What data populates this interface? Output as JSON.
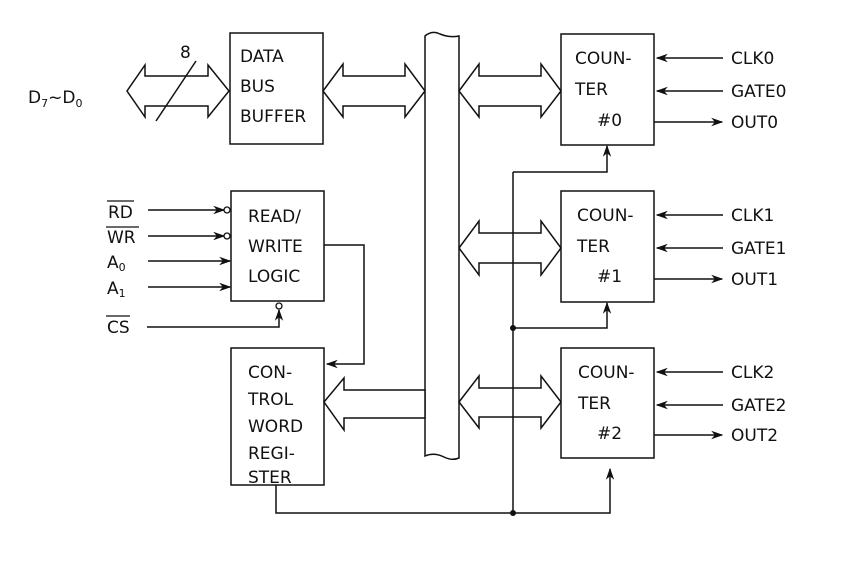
{
  "diagram": {
    "title": "8253/8254 Programmable Interval Timer block diagram",
    "data_bus": {
      "label_main": "D",
      "label_sub_hi": "7",
      "label_tilde": "~",
      "label_main2": "D",
      "label_sub_lo": "0",
      "width_label": "8"
    },
    "blocks": {
      "data_bus_buffer": [
        "DATA",
        "BUS",
        "BUFFER"
      ],
      "read_write_logic": [
        "READ/",
        "WRITE",
        "LOGIC"
      ],
      "control_word_register": [
        "CON-",
        "TROL",
        "WORD",
        "REGI-",
        "STER"
      ],
      "counter0": [
        "COUN-",
        "TER",
        "#0"
      ],
      "counter1": [
        "COUN-",
        "TER",
        "#1"
      ],
      "counter2": [
        "COUN-",
        "TER",
        "#2"
      ]
    },
    "control_inputs": {
      "rd": "RD",
      "wr": "WR",
      "a0_main": "A",
      "a0_sub": "0",
      "a1_main": "A",
      "a1_sub": "1",
      "cs": "CS"
    },
    "counter_signals": [
      {
        "clk": "CLK0",
        "gate": "GATE0",
        "out": "OUT0"
      },
      {
        "clk": "CLK1",
        "gate": "GATE1",
        "out": "OUT1"
      },
      {
        "clk": "CLK2",
        "gate": "GATE2",
        "out": "OUT2"
      }
    ],
    "colors": {
      "line": "#111111",
      "background": "#ffffff"
    }
  }
}
